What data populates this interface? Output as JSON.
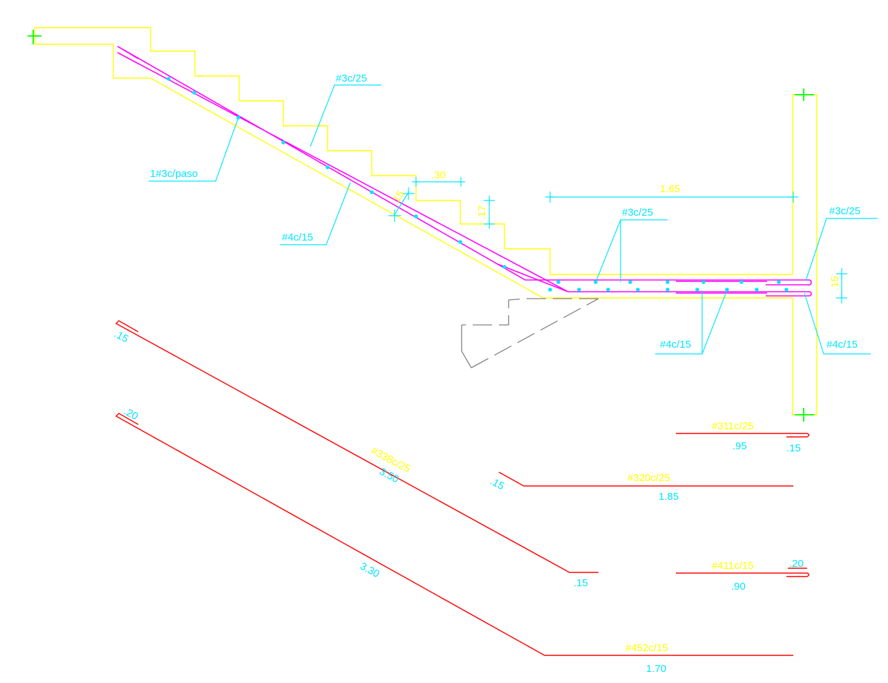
{
  "colors": {
    "concrete": "#ffff00",
    "rebar": "#ff00ff",
    "annotation": "#00e5ff",
    "bar_schedule": "#ff0000",
    "break_mark": "#00ff00",
    "hidden": "#808080",
    "background": "#ffffff"
  },
  "labels": {
    "rebar_top_flight": "#3c/25",
    "rebar_per_step": "1#3c/paso",
    "rebar_bottom_flight": "#4c/15",
    "dim_tread": ".30",
    "dim_riser": ".17",
    "dim_thickness": ".15",
    "dim_landing": "1.65",
    "rebar_landing_top": "#3c/25",
    "rebar_wall_top": "#3c/25",
    "rebar_landing_bottom": "#4c/15",
    "rebar_wall_bottom": "#4c/15"
  },
  "bars": [
    {
      "id": "338",
      "mark": "#338c/25",
      "segments": [
        ".15",
        "3.50",
        ".15"
      ]
    },
    {
      "id": "320",
      "mark": "#320c/25",
      "segments": [
        ".15",
        "1.85"
      ]
    },
    {
      "id": "311",
      "mark": "#311c/25",
      "segments": [
        ".95",
        ".15"
      ]
    },
    {
      "id": "452",
      "mark": "#452c/15",
      "segments": [
        ".20",
        "3.30"
      ]
    },
    {
      "id": "411",
      "mark": "#411c/15",
      "segments": [
        ".90",
        ".20"
      ]
    }
  ]
}
